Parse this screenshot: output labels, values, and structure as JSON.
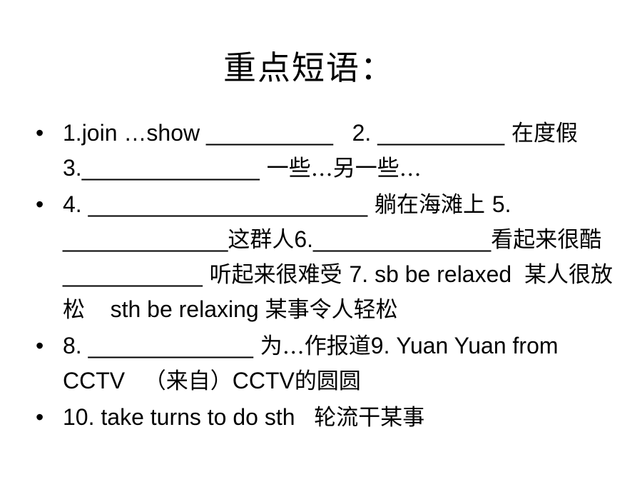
{
  "title": "重点短语：",
  "bullet_symbol": "•",
  "items": [
    {
      "parts": [
        {
          "t": "1.join …show ",
          "k": "en"
        },
        {
          "t": "__________",
          "k": "blank"
        },
        {
          "t": "   2. ",
          "k": "en"
        },
        {
          "t": "__________",
          "k": "blank"
        },
        {
          "t": " 在度假",
          "k": "cn"
        },
        {
          "t": "3.",
          "k": "en"
        },
        {
          "t": "______________",
          "k": "blank"
        },
        {
          "t": " 一些…另一些…",
          "k": "cn"
        }
      ]
    },
    {
      "parts": [
        {
          "t": "4. ",
          "k": "en"
        },
        {
          "t": "______________________",
          "k": "blank"
        },
        {
          "t": " 躺在海滩上 ",
          "k": "cn"
        },
        {
          "t": "5. ",
          "k": "en"
        },
        {
          "t": "_____________",
          "k": "blank"
        },
        {
          "t": "这群人",
          "k": "cn"
        },
        {
          "t": "6.",
          "k": "en"
        },
        {
          "t": "______________",
          "k": "blank"
        },
        {
          "t": "看起来很酷",
          "k": "cn"
        },
        {
          "t": "     ",
          "k": "en"
        },
        {
          "t": "___________",
          "k": "blank"
        },
        {
          "t": " 听起来很难受 ",
          "k": "cn"
        },
        {
          "t": "7. sb be relaxed  ",
          "k": "en"
        },
        {
          "t": "某人很放松",
          "k": "cn"
        },
        {
          "t": "    sth be relaxing ",
          "k": "en"
        },
        {
          "t": "某事令人轻松",
          "k": "cn"
        }
      ]
    },
    {
      "parts": [
        {
          "t": "8. ",
          "k": "en"
        },
        {
          "t": "_____________",
          "k": "blank"
        },
        {
          "t": " 为…作报道",
          "k": "cn"
        },
        {
          "t": "9. Yuan Yuan from CCTV   ",
          "k": "en"
        },
        {
          "t": "（来自）",
          "k": "cn"
        },
        {
          "t": "CCTV",
          "k": "en"
        },
        {
          "t": "的圆圆",
          "k": "cn"
        }
      ]
    },
    {
      "parts": [
        {
          "t": "10. take turns to do sth   ",
          "k": "en"
        },
        {
          "t": "轮流干某事",
          "k": "cn"
        }
      ]
    }
  ]
}
